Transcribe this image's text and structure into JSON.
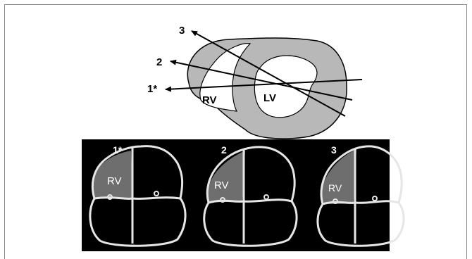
{
  "top_diagram": {
    "view_labels": [
      "3",
      "2",
      "1*"
    ],
    "rv_label": "RV",
    "lv_label": "LV"
  },
  "bottom_panels": [
    {
      "view": "1*",
      "rv_label": "RV"
    },
    {
      "view": "2",
      "rv_label": "RV"
    },
    {
      "view": "3",
      "rv_label": "RV"
    }
  ],
  "colors": {
    "myocardium_gray": "#b8b8b8",
    "panel_black": "#000000",
    "rv_fill": "#6e6e6e",
    "outline_light": "#e6e6e6"
  }
}
